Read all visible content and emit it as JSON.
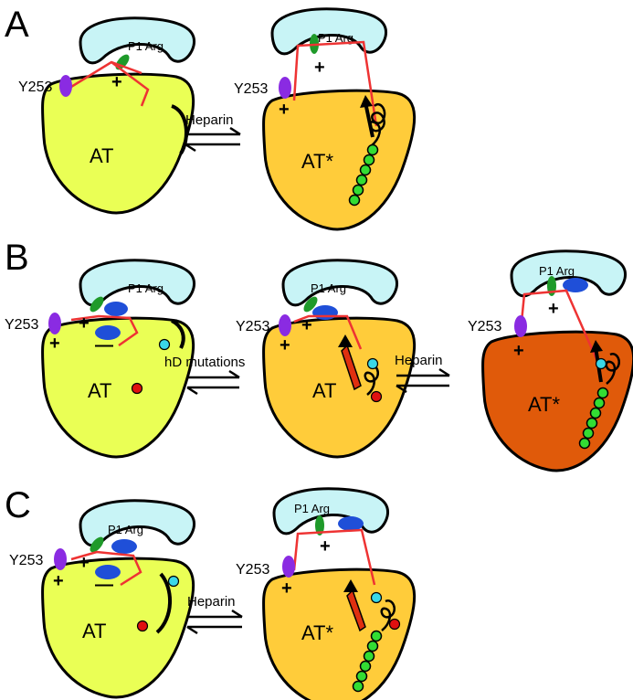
{
  "panels": [
    "A",
    "B",
    "C"
  ],
  "labels": {
    "p1": "P1 Arg",
    "y253": "Y253",
    "at": "AT",
    "at_star": "AT*",
    "plus": "+",
    "minus": "—"
  },
  "arrows": {
    "heparin": "Heparin",
    "hd_mutations": "hD mutations"
  },
  "colors": {
    "body_native": "#eaff55",
    "body_intermediate": "#ffcc3a",
    "body_active": "#e05a0a",
    "rcl_head": "#c8f4f6",
    "p1_marker": "#1f9a2a",
    "y253_marker": "#8a2be2",
    "blue_blob": "#1f4fd8",
    "loop_red": "#ee3333",
    "cyan_dot": "#3ad8e8",
    "red_dot": "#e01010",
    "heparin_chain": "#33dd33"
  }
}
